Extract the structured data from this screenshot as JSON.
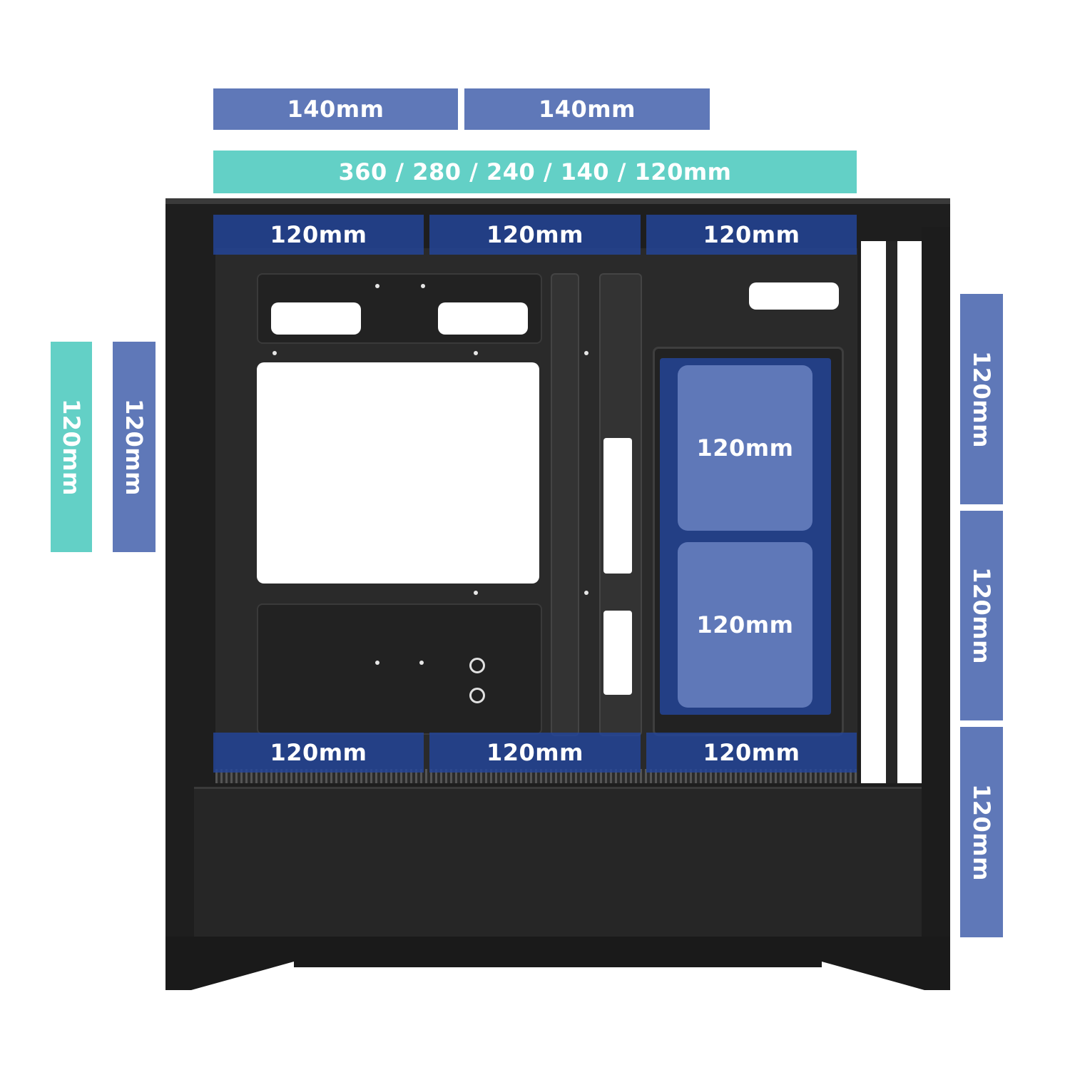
{
  "top_labels": {
    "top_fan_1": "140mm",
    "top_fan_2": "140mm",
    "top_radiator": "360 / 280 / 240 / 140 / 120mm"
  },
  "inner_top": [
    "120mm",
    "120mm",
    "120mm"
  ],
  "inner_bottom": [
    "120mm",
    "120mm",
    "120mm"
  ],
  "inner_side": [
    "120mm",
    "120mm"
  ],
  "left_labels": {
    "teal": "120mm",
    "blue": "120mm"
  },
  "right_labels": [
    "120mm",
    "120mm",
    "120mm"
  ],
  "colors": {
    "fan_blue": "#5f78b8",
    "radiator_teal": "#63d0c6",
    "overlay_blue": "#23469b",
    "case_black": "#1e1e1e"
  }
}
